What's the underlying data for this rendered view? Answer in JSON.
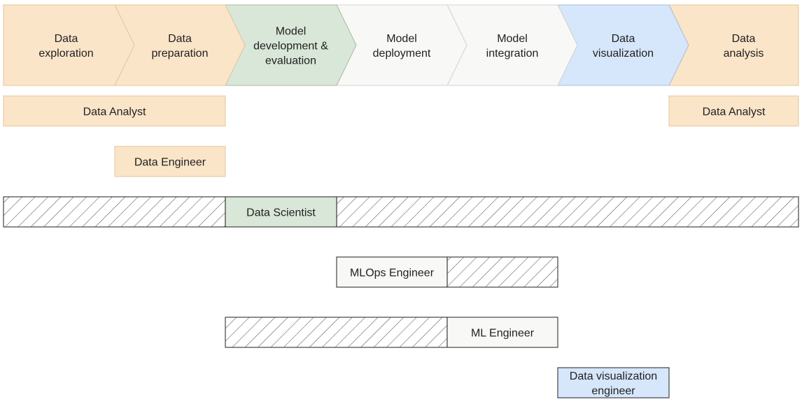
{
  "colors": {
    "orange_fill": "#fbe5c9",
    "orange_stroke": "#e6c59a",
    "green_fill": "#d9e7d8",
    "green_stroke": "#a8bca6",
    "white_fill": "#f8f8f6",
    "white_stroke": "#d4d4d0",
    "blue_fill": "#d6e6fb",
    "blue_stroke": "#a9bfdd",
    "hatch_stroke": "#555555",
    "box_stroke": "#444444"
  },
  "stages": [
    {
      "lines": [
        "Data",
        "exploration"
      ],
      "color": "orange"
    },
    {
      "lines": [
        "Data",
        "preparation"
      ],
      "color": "orange"
    },
    {
      "lines": [
        "Model",
        "development &",
        "evaluation"
      ],
      "color": "green"
    },
    {
      "lines": [
        "Model",
        "deployment"
      ],
      "color": "white"
    },
    {
      "lines": [
        "Model",
        "integration"
      ],
      "color": "white"
    },
    {
      "lines": [
        "Data",
        "visualization"
      ],
      "color": "blue"
    },
    {
      "lines": [
        "Data",
        "analysis"
      ],
      "color": "orange"
    }
  ],
  "roles": [
    {
      "id": "data-analyst-left",
      "lines": [
        "Data Analyst"
      ],
      "color": "orange",
      "span": [
        0,
        2
      ]
    },
    {
      "id": "data-analyst-right",
      "lines": [
        "Data Analyst"
      ],
      "color": "orange",
      "span": [
        6,
        7
      ]
    },
    {
      "id": "data-engineer",
      "lines": [
        "Data Engineer"
      ],
      "color": "orange",
      "span": [
        1,
        2
      ]
    },
    {
      "id": "data-scientist",
      "lines": [
        "Data Scientist"
      ],
      "color": "green",
      "span": [
        2,
        3
      ],
      "hatch": [
        [
          0,
          2
        ],
        [
          3,
          7
        ]
      ]
    },
    {
      "id": "mlops-engineer",
      "lines": [
        "MLOps Engineer"
      ],
      "color": "white",
      "span": [
        3,
        4
      ],
      "hatch": [
        [
          4,
          5
        ]
      ]
    },
    {
      "id": "ml-engineer",
      "lines": [
        "ML Engineer"
      ],
      "color": "white",
      "span": [
        4,
        5
      ],
      "hatch": [
        [
          2,
          4
        ]
      ]
    },
    {
      "id": "data-visualization-engineer",
      "lines": [
        "Data visualization",
        "engineer"
      ],
      "color": "blue",
      "span": [
        5,
        6
      ]
    }
  ]
}
